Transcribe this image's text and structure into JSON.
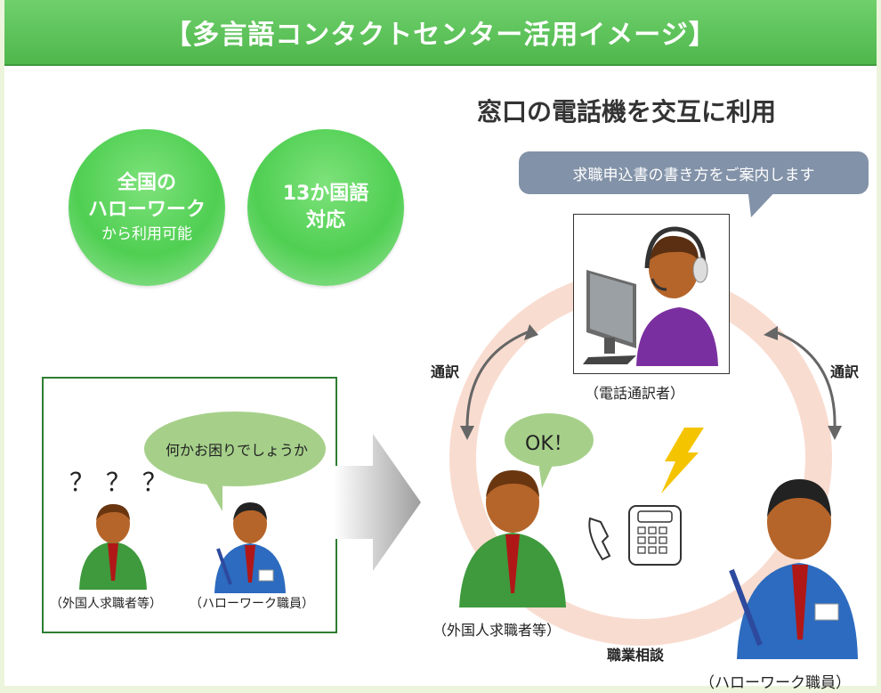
{
  "banner": {
    "title": "【多言語コンタクトセンター活用イメージ】"
  },
  "badges": [
    {
      "line1": "全国の",
      "line2": "ハローワーク",
      "line3": "から利用可能"
    },
    {
      "line1": "13か国語",
      "line2": "対応"
    }
  ],
  "heading": "窓口の電話機を交互に利用",
  "interpreter": {
    "speech": "求職申込書の書き方をご案内します",
    "label": "（電話通訳者）"
  },
  "left_panel": {
    "question_marks": "？ ？ ？",
    "staff_speech": "何かお困りでしょうか",
    "foreigner_label": "（外国人求職者等）",
    "staff_label": "（ハローワーク職員）"
  },
  "right_scene": {
    "interp_left": "通訳",
    "interp_right": "通訳",
    "ok_speech": "OK！",
    "foreigner_label": "（外国人求職者等）",
    "consult_label": "職業相談",
    "staff_label": "（ハローワーク職員）"
  },
  "colors": {
    "banner": "#55bf52",
    "ring": "#f9dcd0",
    "bubble_blue": "#8292a8",
    "bubble_green": "#a6d08a",
    "lightning": "#f5c400"
  },
  "icons": [
    "headset-operator-icon",
    "computer-monitor-icon",
    "telephone-icon",
    "lightning-icon",
    "arrow-icon",
    "person-icon"
  ]
}
